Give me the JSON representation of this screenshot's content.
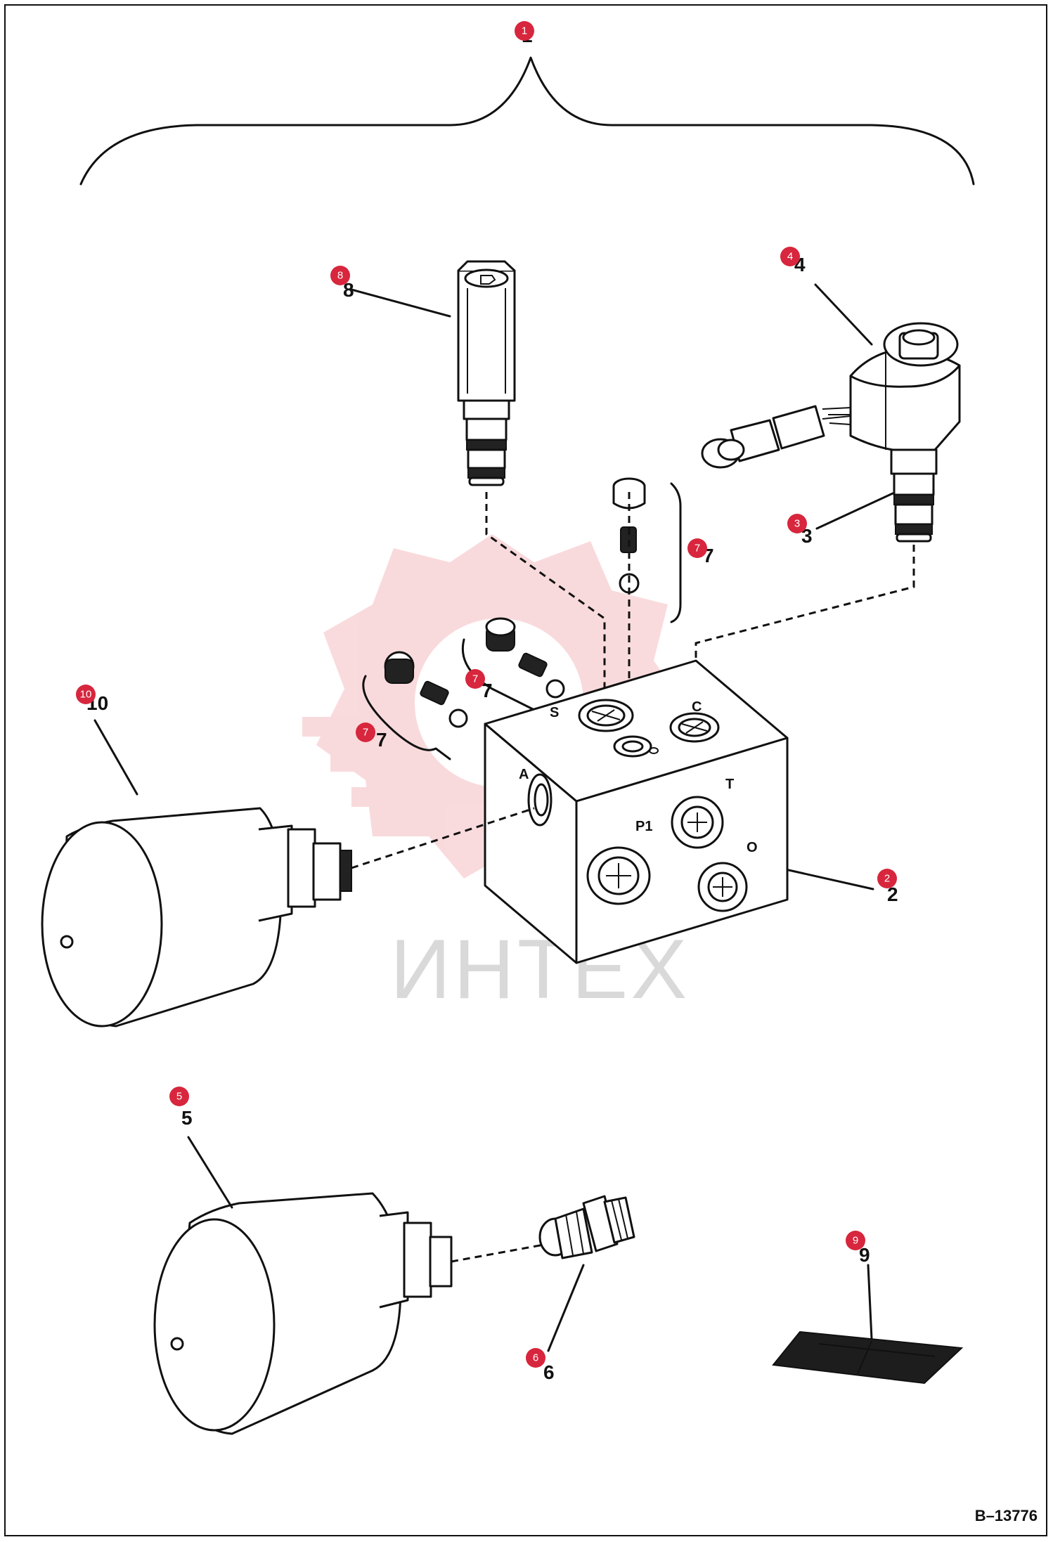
{
  "callouts": [
    "1",
    "2",
    "3",
    "4",
    "5",
    "6",
    "7",
    "8",
    "9",
    "10"
  ],
  "port_labels": {
    "a": "A",
    "s": "S",
    "c": "C",
    "t": "T",
    "p1": "P1",
    "o": "O"
  },
  "watermark": {
    "text": "ИНТЕХ",
    "color": "#e0222b"
  },
  "drawing_id": "B–13776",
  "colors": {
    "callout": "#d7263d",
    "line": "#111111"
  }
}
